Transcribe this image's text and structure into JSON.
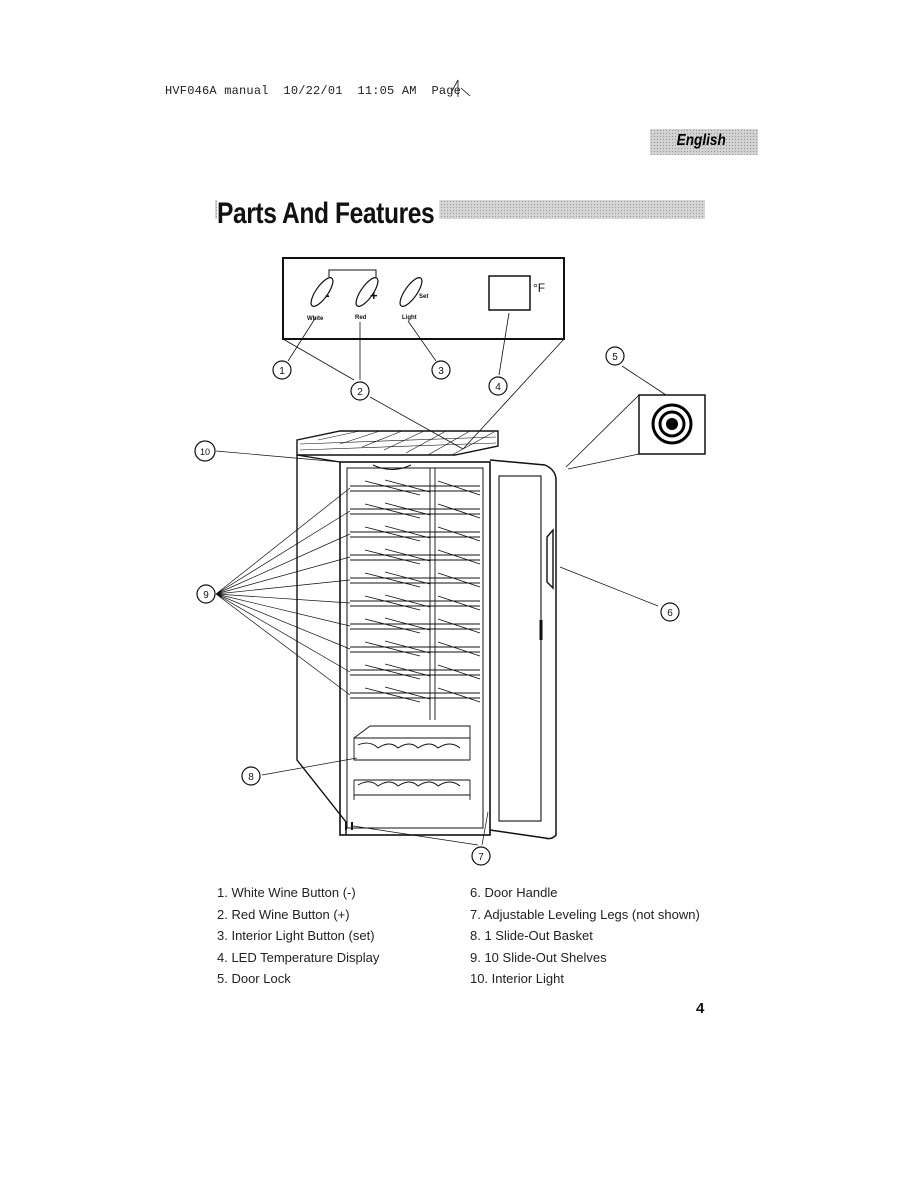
{
  "print_header": "HVF046A manual  10/22/01  11:05 AM  Page",
  "language_tab": "English",
  "title": "Parts And Features",
  "control_panel": {
    "buttons": [
      {
        "sign": "-",
        "label": "White"
      },
      {
        "sign": "+",
        "label": "Red"
      },
      {
        "sign": "Set",
        "label": "Light"
      }
    ],
    "unit": "°F"
  },
  "callouts": [
    "1",
    "2",
    "3",
    "4",
    "5",
    "6",
    "7",
    "8",
    "9",
    "10"
  ],
  "parts": {
    "left": [
      "1. White Wine Button (-)",
      "2. Red Wine Button (+)",
      "3. Interior Light Button (set)",
      "4. LED Temperature Display",
      "5. Door Lock"
    ],
    "right": [
      "6. Door Handle",
      "7. Adjustable Leveling Legs (not shown)",
      "8. 1 Slide-Out Basket",
      "9. 10 Slide-Out Shelves",
      "10. Interior Light"
    ]
  },
  "page_number": "4"
}
